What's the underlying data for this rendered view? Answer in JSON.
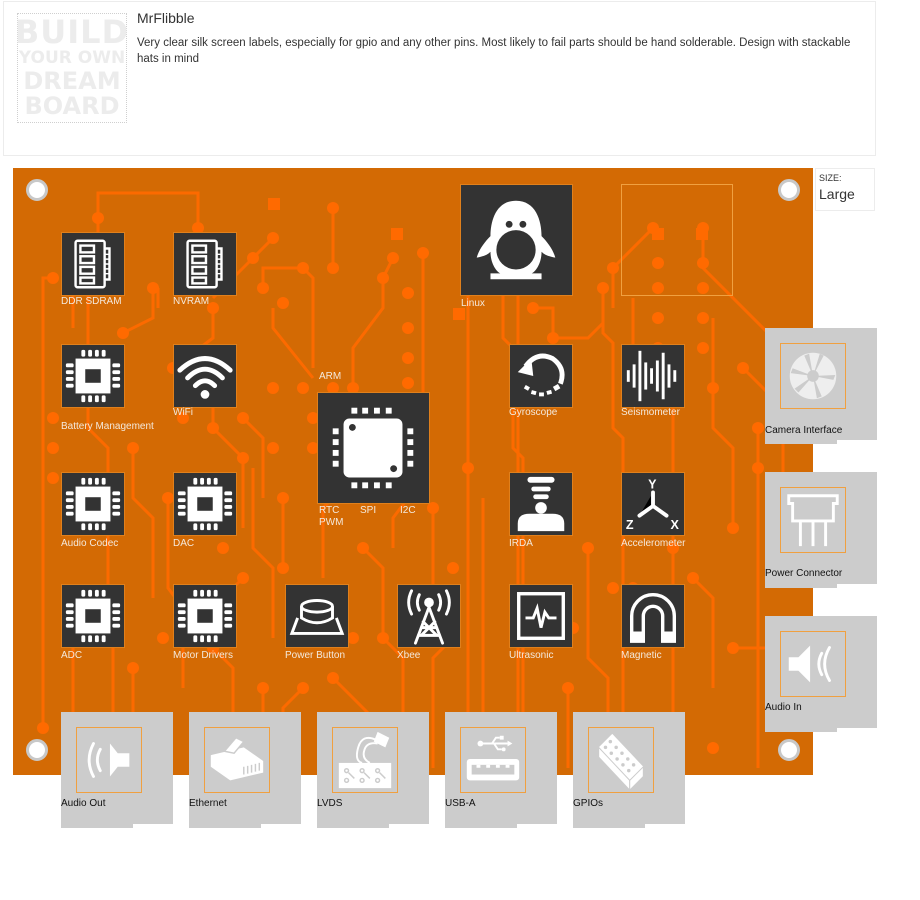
{
  "card": {
    "logo_lines": [
      "BUILD",
      "YOUR OWN",
      "DREAM",
      "BOARD"
    ],
    "title": "MrFlibble",
    "description": "Very clear silk screen labels, especially for gpio and any other pins. Most likely to fail parts should be hand solderable.  Design with stackable hats in mind"
  },
  "size": {
    "label": "SIZE:",
    "value": "Large"
  },
  "colors": {
    "board": "#D36A04",
    "trace": "#FF6A00",
    "tile": "#333333",
    "connector": "#CCCCCC",
    "outline": "#F0A040"
  },
  "components": [
    {
      "id": "ddr-sdram",
      "label": "DDR SDRAM",
      "icon": "memory-icon"
    },
    {
      "id": "nvram",
      "label": "NVRAM",
      "icon": "memory-icon"
    },
    {
      "id": "battery-management",
      "label": "Battery Management",
      "icon": "chip-icon"
    },
    {
      "id": "wifi",
      "label": "WiFi",
      "icon": "wifi-icon"
    },
    {
      "id": "audio-codec",
      "label": "Audio Codec",
      "icon": "chip-icon"
    },
    {
      "id": "dac",
      "label": "DAC",
      "icon": "chip-icon"
    },
    {
      "id": "adc",
      "label": "ADC",
      "icon": "chip-icon"
    },
    {
      "id": "motor-drivers",
      "label": "Motor Drivers",
      "icon": "chip-icon"
    },
    {
      "id": "power-button",
      "label": "Power Button",
      "icon": "power-button-icon"
    },
    {
      "id": "xbee",
      "label": "Xbee",
      "icon": "antenna-tower-icon"
    },
    {
      "id": "gyroscope",
      "label": "Gyroscope",
      "icon": "rotate-icon"
    },
    {
      "id": "seismometer",
      "label": "Seismometer",
      "icon": "waveform-icon"
    },
    {
      "id": "irda",
      "label": "IRDA",
      "icon": "infrared-icon"
    },
    {
      "id": "accelerometer",
      "label": "Accelerometer",
      "icon": "xyz-axes-icon"
    },
    {
      "id": "ultrasonic",
      "label": "Ultrasonic",
      "icon": "pulse-monitor-icon"
    },
    {
      "id": "magnetic",
      "label": "Magnetic",
      "icon": "magnet-icon"
    }
  ],
  "os": {
    "label": "Linux",
    "icon": "penguin-icon"
  },
  "processor": {
    "label": "ARM",
    "icon": "processor-icon",
    "interfaces": [
      "RTC",
      "SPI",
      "I2C",
      "PWM"
    ]
  },
  "connectors": [
    {
      "id": "audio-out",
      "label": "Audio Out",
      "icon": "speaker-out-icon"
    },
    {
      "id": "ethernet",
      "label": "Ethernet",
      "icon": "ethernet-icon"
    },
    {
      "id": "lvds",
      "label": "LVDS",
      "icon": "lvds-cable-icon"
    },
    {
      "id": "usb-a",
      "label": "USB-A",
      "icon": "usb-icon"
    },
    {
      "id": "gpios",
      "label": "GPIOs",
      "icon": "gpio-header-icon"
    },
    {
      "id": "camera-interface",
      "label": "Camera Interface",
      "icon": "camera-aperture-icon"
    },
    {
      "id": "power-connector",
      "label": "Power Connector",
      "icon": "power-connector-icon"
    },
    {
      "id": "audio-in",
      "label": "Audio In",
      "icon": "speaker-in-icon"
    }
  ]
}
